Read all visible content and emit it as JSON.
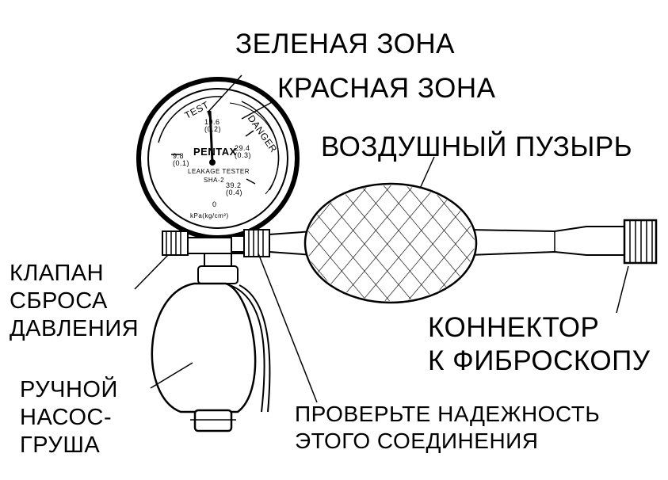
{
  "labels": {
    "green_zone": "ЗЕЛЕНАЯ ЗОНА",
    "red_zone": "КРАСНАЯ ЗОНА",
    "air_bladder": "ВОЗДУШНЫЙ ПУЗЫРЬ",
    "relief_valve": [
      "КЛАПАН",
      "СБРОСА",
      "ДАВЛЕНИЯ"
    ],
    "connector": [
      "КОННЕКТОР",
      "К ФИБРОСКОПУ"
    ],
    "hand_pump": [
      "РУЧНОЙ",
      "НАСОС-",
      "ГРУША"
    ],
    "check_connection": [
      "ПРОВЕРЬТЕ НАДЕЖНОСТЬ",
      "ЭТОГО СОЕДИНЕНИЯ"
    ]
  },
  "gauge": {
    "brand": "PENTAX",
    "subtitle": "LEAKAGE TESTER",
    "model": "SHA-2",
    "unit": "kPa(kg/cm²)",
    "arc_test": "TEST",
    "arc_danger": "DANGER",
    "readings": [
      {
        "kpa": "0",
        "kg": ""
      },
      {
        "kpa": "9.8",
        "kg": "(0.1)"
      },
      {
        "kpa": "19.6",
        "kg": "(0.2)"
      },
      {
        "kpa": "29.4",
        "kg": "(0.3)"
      },
      {
        "kpa": "39.2",
        "kg": "(0.4)"
      }
    ]
  }
}
